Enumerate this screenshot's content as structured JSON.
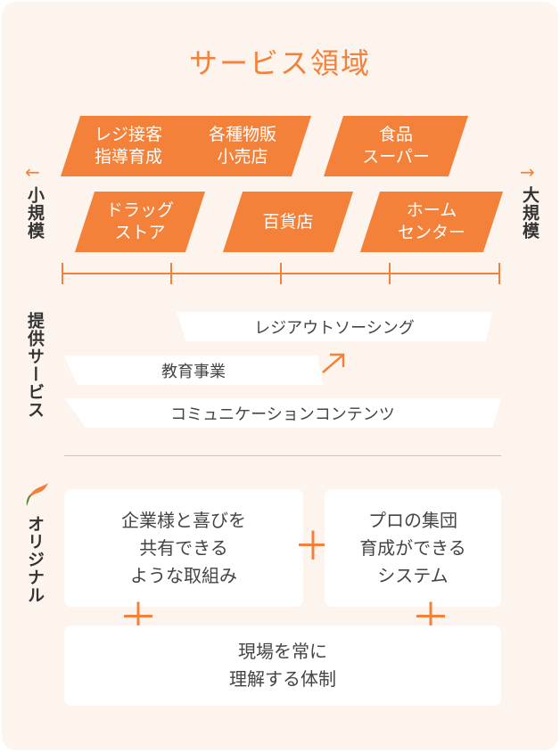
{
  "title": "サービス領域",
  "scale": {
    "left_label": "小規模",
    "right_label": "大規模",
    "left_arrow": "←",
    "right_arrow": "→"
  },
  "industries": [
    "レジ接客\n指導育成",
    "各種物販\n小売店",
    "食品\nスーパー",
    "ドラッグ\nストア",
    "百貨店",
    "ホーム\nセンター"
  ],
  "services_label": "提供サービス",
  "services": {
    "outsourcing": "レジアウトソーシング",
    "education": "教育事業",
    "communication": "コミュニケーションコンテンツ"
  },
  "original_label": "オリジナル",
  "original": {
    "box1": "企業様と喜びを\n共有できる\nような取組み",
    "box2": "プロの集団\n育成ができる\nシステム",
    "box3": "現場を常に\n理解する体制"
  },
  "colors": {
    "accent": "#f4813a",
    "background": "#fdf4ee"
  }
}
